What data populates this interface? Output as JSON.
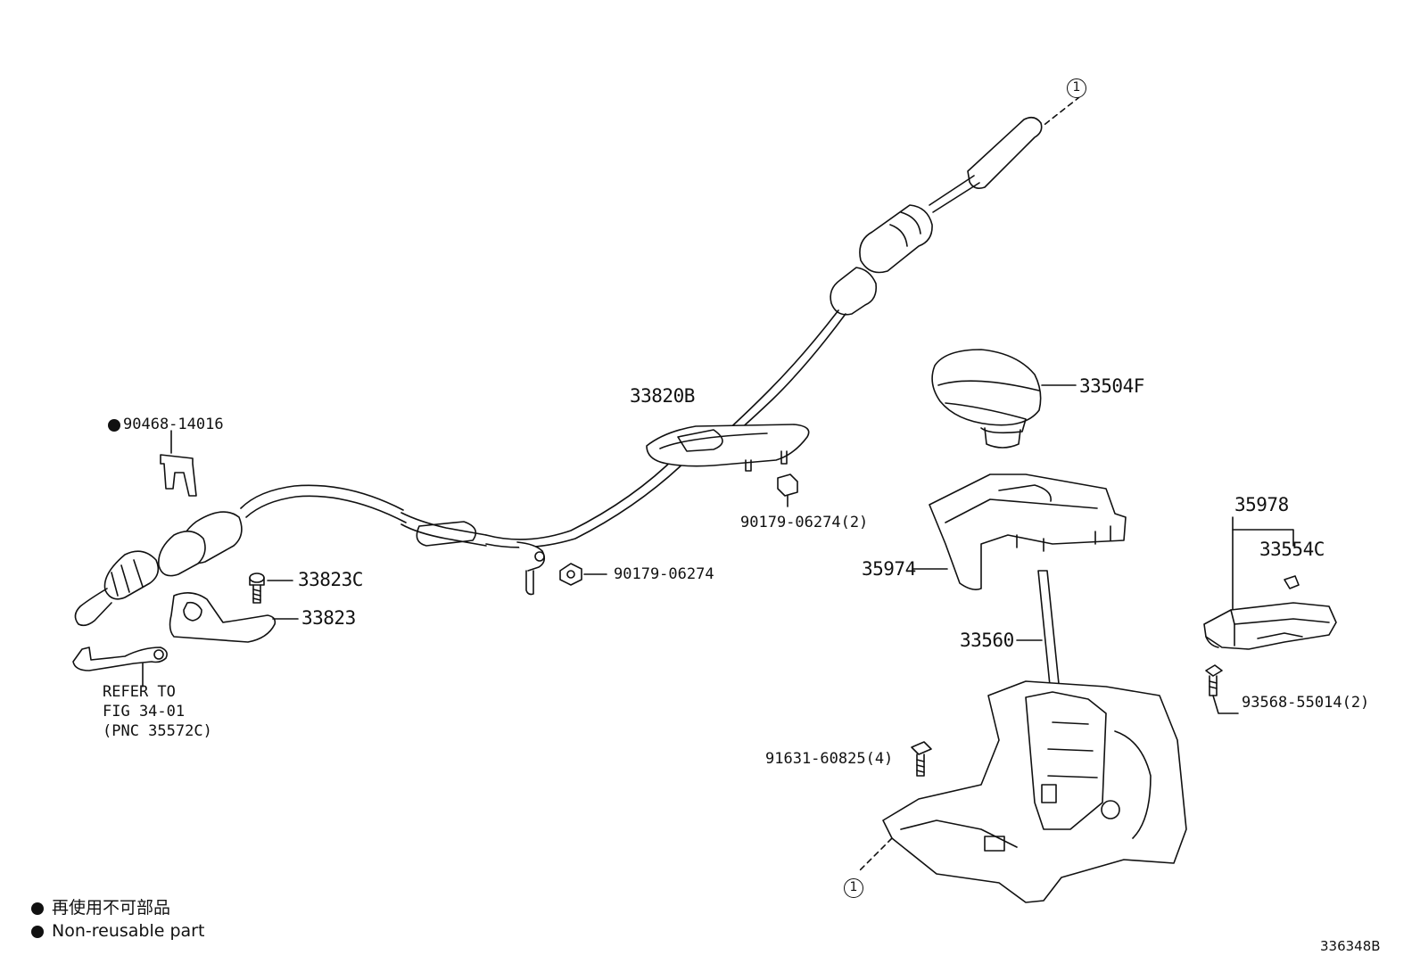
{
  "callouts": {
    "p90468": "90468-14016",
    "p33820B": "33820B",
    "p33504F": "33504F",
    "p90179_2": "90179-06274(2)",
    "p90179": "90179-06274",
    "p33823C": "33823C",
    "p33823": "33823",
    "p35974": "35974",
    "p35978": "35978",
    "p33554C": "33554C",
    "p33560": "33560",
    "p93568": "93568-55014(2)",
    "p91631": "91631-60825(4)"
  },
  "refer": {
    "line1": "REFER TO",
    "line2": "FIG 34-01",
    "line3": "(PNC 35572C)"
  },
  "connector_mark": "1",
  "legend": {
    "jp": "再使用不可部品",
    "en": "Non-reusable part"
  },
  "figure_id": "336348B",
  "colors": {
    "ink": "#111111",
    "background": "#ffffff"
  }
}
